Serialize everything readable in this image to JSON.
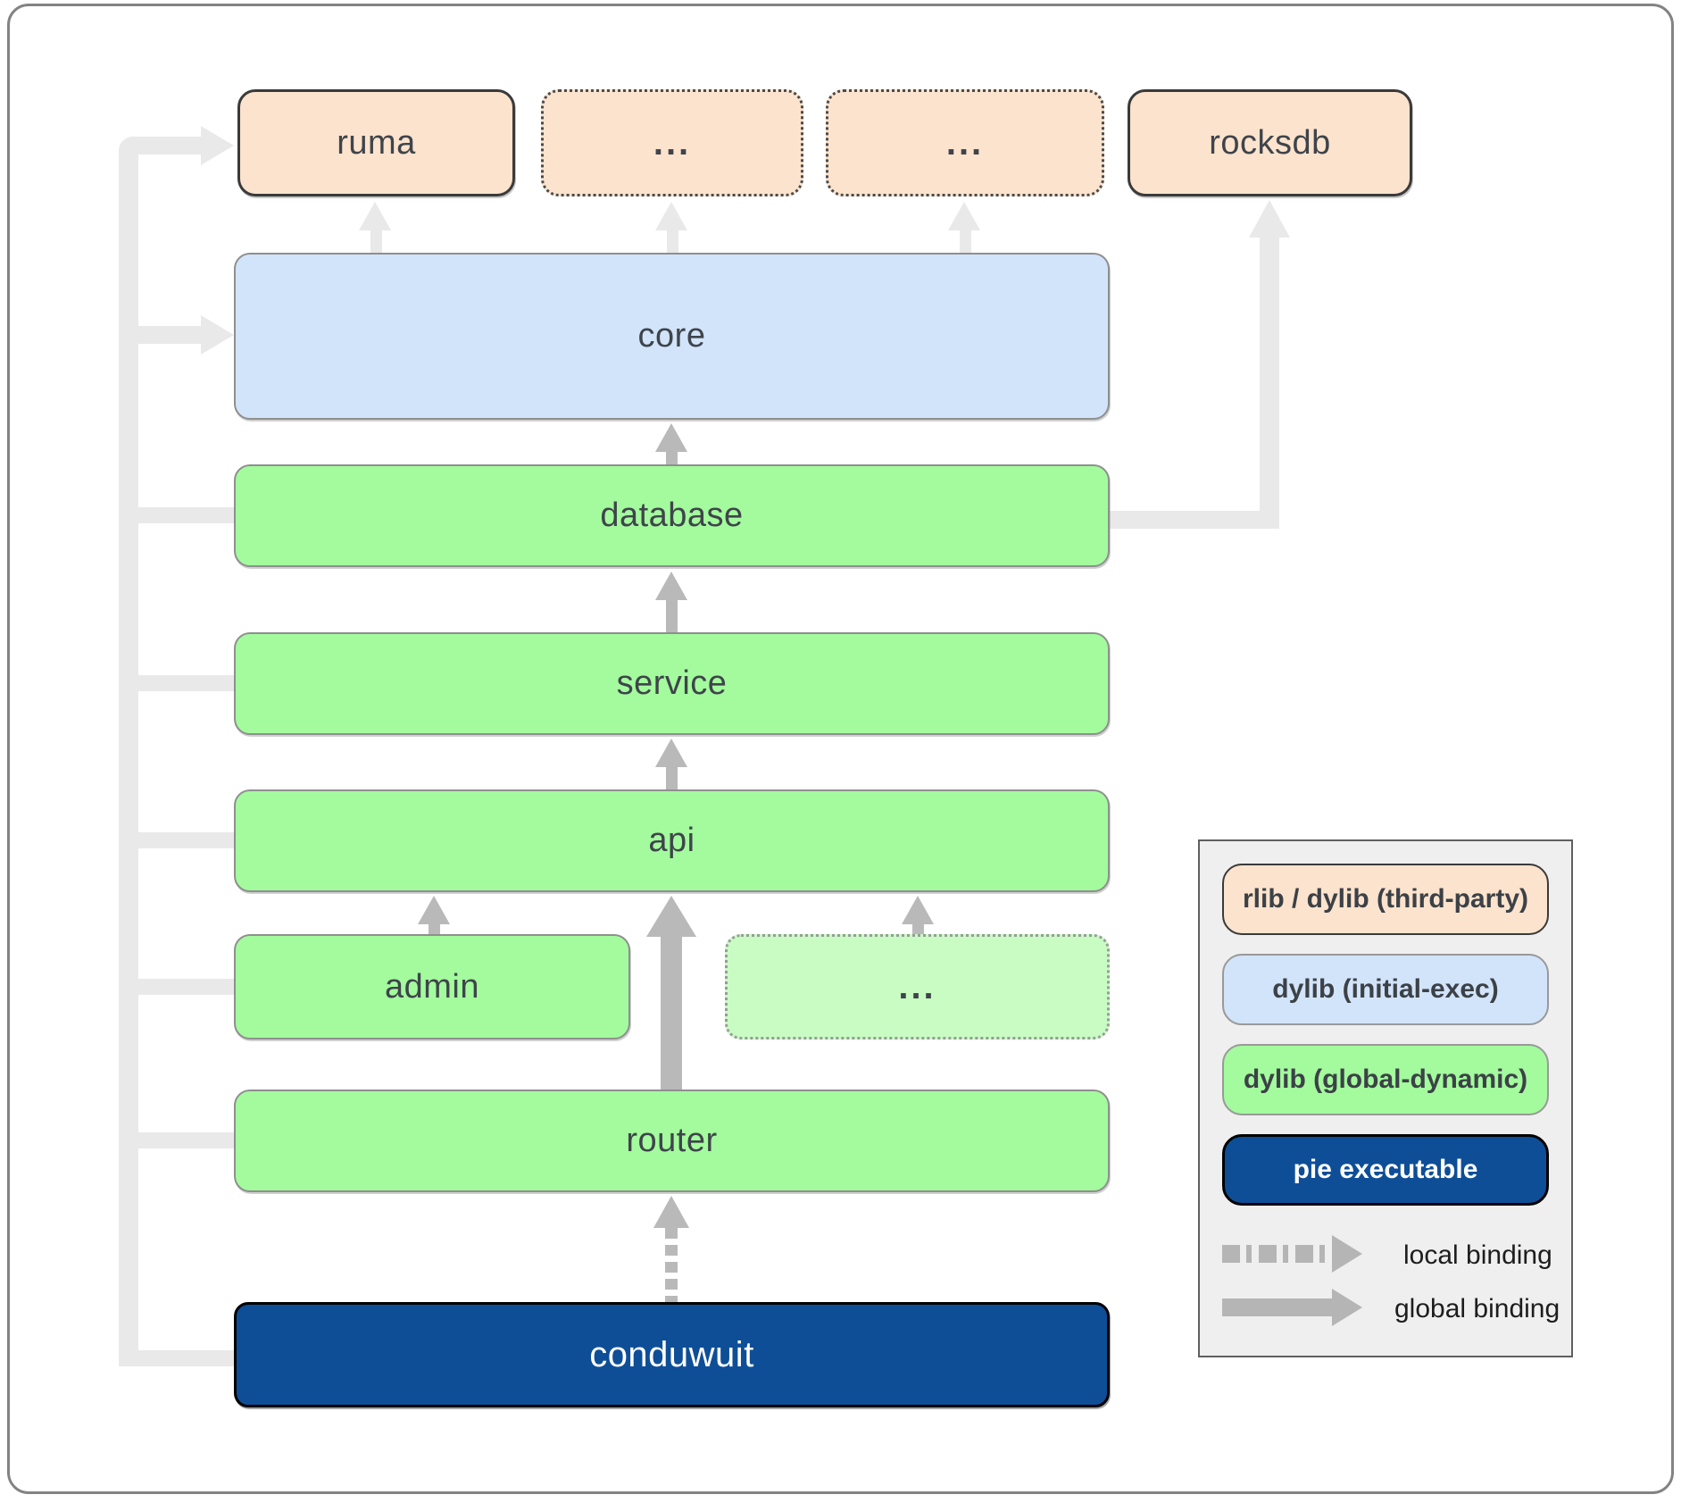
{
  "nodes": {
    "ruma": {
      "label": "ruma",
      "type": "rlib / dylib (third-party)"
    },
    "ellipsis_top_1": {
      "label": "...",
      "type": "rlib / dylib (third-party)"
    },
    "ellipsis_top_2": {
      "label": "...",
      "type": "rlib / dylib (third-party)"
    },
    "rocksdb": {
      "label": "rocksdb",
      "type": "rlib / dylib (third-party)"
    },
    "core": {
      "label": "core",
      "type": "dylib (initial-exec)"
    },
    "database": {
      "label": "database",
      "type": "dylib (global-dynamic)"
    },
    "service": {
      "label": "service",
      "type": "dylib (global-dynamic)"
    },
    "api": {
      "label": "api",
      "type": "dylib (global-dynamic)"
    },
    "admin": {
      "label": "admin",
      "type": "dylib (global-dynamic)"
    },
    "ellipsis_services": {
      "label": "...",
      "type": "dylib (global-dynamic)"
    },
    "router": {
      "label": "router",
      "type": "dylib (global-dynamic)"
    },
    "conduwuit": {
      "label": "conduwuit",
      "type": "pie executable"
    }
  },
  "legend": {
    "items": {
      "third_party": {
        "label": "rlib / dylib (third-party)"
      },
      "initial_exec": {
        "label": "dylib (initial-exec)"
      },
      "global_dynamic": {
        "label": "dylib (global-dynamic)"
      },
      "pie_executable": {
        "label": "pie executable"
      }
    },
    "bindings": {
      "local": {
        "label": "local binding"
      },
      "global": {
        "label": "global binding"
      }
    }
  },
  "colors": {
    "third_party_fill": "#fce3cd",
    "initial_exec_fill": "#d2e4fa",
    "global_dynamic_fill": "#a3fb9d",
    "global_dynamic_faded_fill": "#c8fcc3",
    "pie_executable_fill": "#0e4e97",
    "binding_arrow": "#b9b9b9",
    "faint_binding_arrow": "#e9e9e9",
    "legend_background": "#efefef",
    "label_text": "#3f444b"
  }
}
